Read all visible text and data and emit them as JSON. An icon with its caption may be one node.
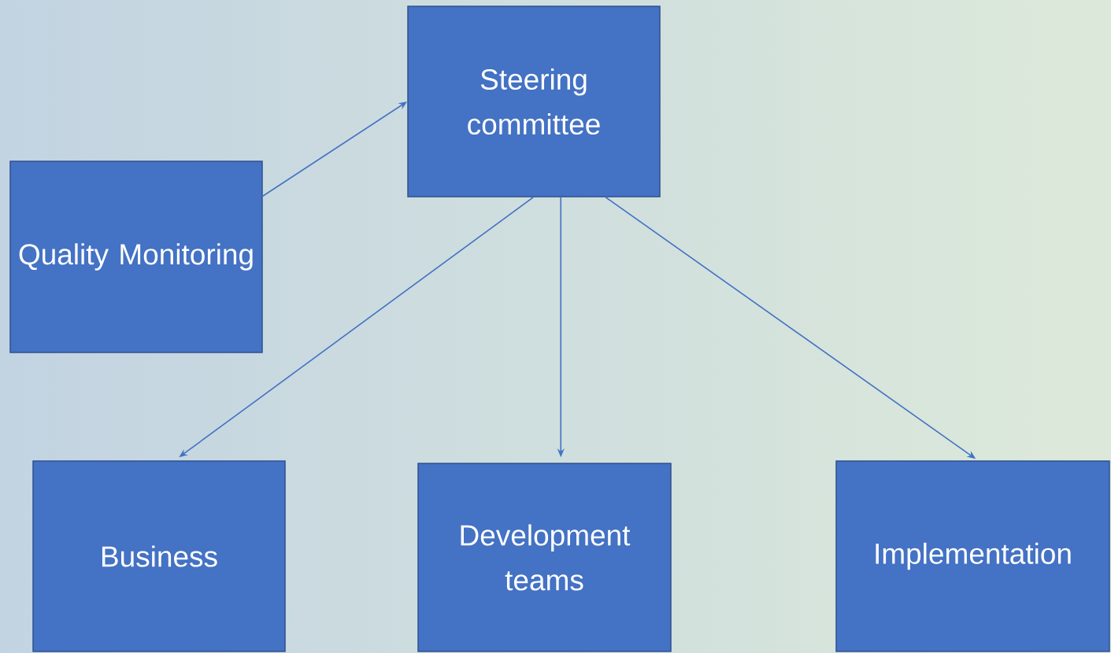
{
  "diagram": {
    "nodes": [
      {
        "text": [
          "Steering committee"
        ]
      },
      {
        "text": [
          "Quality Monitoring"
        ]
      },
      {
        "text": [
          "Business"
        ]
      },
      {
        "text": [
          "Development teams"
        ]
      },
      {
        "text": [
          "Implementation"
        ]
      }
    ],
    "edges": [
      {
        "from": 1,
        "to": 0,
        "arrow": "to"
      },
      {
        "from": 0,
        "to": 2,
        "arrow": "to"
      },
      {
        "from": 0,
        "to": 3,
        "arrow": "to"
      },
      {
        "from": 0,
        "to": 4,
        "arrow": "to"
      }
    ]
  }
}
